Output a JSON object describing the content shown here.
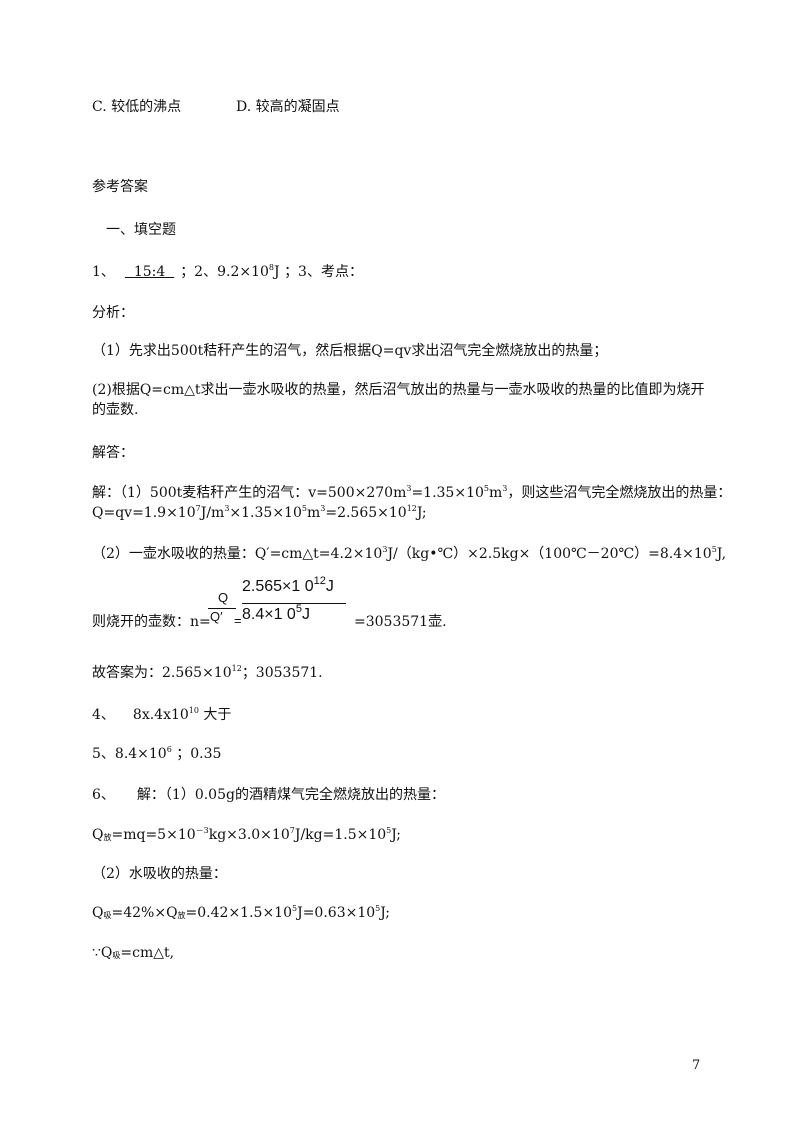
{
  "option_c": "C. 较低的沸点",
  "option_d": "D. 较高的凝固点",
  "ref_title": "参考答案",
  "section1": "一、填空题",
  "q1": {
    "prefix": "1、",
    "blank": "15:4",
    "mid": "；2、9.2×10",
    "exp1": "8",
    "suffix": "J ；3、考点："
  },
  "analysis_label": "分析：",
  "analysis1": "（1）先求出500t秸秆产生的沼气，然后根据Q=qv求出沼气完全燃烧放出的热量；",
  "analysis2": "(2)根据Q=cm△t求出一壶水吸收的热量，然后沼气放出的热量与一壶水吸收的热量的比值即为烧开的壶数.",
  "solve_label": "解答：",
  "solve1": {
    "a": "解：（1）500t麦秸秆产生的沼气：v=500×270m",
    "a_sup": "3",
    "b": "=1.35×10",
    "b_sup": "5",
    "c": "m",
    "c_sup": "3",
    "d": "，则这些沼气完全燃烧放出的热量："
  },
  "solve1b": {
    "a": "Q=qv=1.9×10",
    "a_sup": "7",
    "b": "J/m",
    "b_sup": "3",
    "c": "×1.35×10",
    "c_sup": "5",
    "d": "m",
    "d_sup": "3",
    "e": "=2.565×10",
    "e_sup": "12",
    "f": "J;"
  },
  "solve2": {
    "a": "（2）一壶水吸收的热量：Q′=cm△t=4.2×10",
    "a_sup": "3",
    "b": "J/（kg•℃）×2.5kg×（100℃－20℃）=8.4×10",
    "b_sup": "5",
    "c": "J,"
  },
  "pots": {
    "prefix": "则烧开的壶数：n=",
    "small_num": "Q",
    "small_den": "Q′",
    "eq": "=",
    "big_num": "2.565×1 0",
    "big_num_sup": "12",
    "big_num_unit": "J",
    "big_den": "8.4×1 0",
    "big_den_sup": "5",
    "big_den_unit": "J",
    "result": "=3053571壶."
  },
  "answer": {
    "a": "故答案为：2.565×10",
    "a_sup": "12",
    "b": "；3053571."
  },
  "q4": {
    "prefix": "4、",
    "a": "8x.4x10",
    "a_sup": "10",
    "b": " 大于"
  },
  "q5": {
    "a": "5、8.4×10",
    "a_sup": "6",
    "b": " ；0.35"
  },
  "q6": {
    "prefix": "6、",
    "text": "解：（1）0.05g的酒精煤气完全燃烧放出的热量："
  },
  "q6_line2": {
    "a": "Q",
    "a_sub": "放",
    "b": "=mq=5×10",
    "b_sup": "－3",
    "c": "kg×3.0×10",
    "c_sup": "7",
    "d": "J/kg=1.5×10",
    "d_sup": "5",
    "e": "J;"
  },
  "q6_line3": "（2）水吸收的热量：",
  "q6_line4": {
    "a": "Q",
    "a_sub": "吸",
    "b": "=42%×Q",
    "b_sub": "放",
    "c": "=0.42×1.5×10",
    "c_sup": "5",
    "d": "J=0.63×10",
    "d_sup": "5",
    "e": "J;"
  },
  "q6_line5": {
    "a": "∵Q",
    "a_sub": "吸",
    "b": "=cm△t,"
  },
  "page_number": "7"
}
